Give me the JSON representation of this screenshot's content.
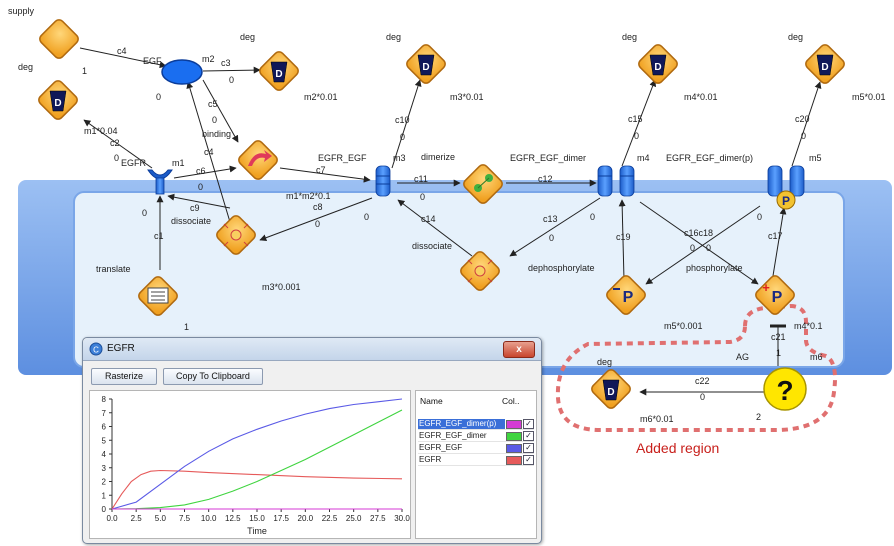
{
  "nodes": {
    "supply": "supply",
    "supply_count": "1",
    "deg": "deg",
    "EGF": "EGF",
    "EGF_count": "0",
    "EGFR": "EGFR",
    "EGFR_count": "0",
    "EGFR_EGF": "EGFR_EGF",
    "EGFR_EGF_count": "0",
    "EGFR_EGF_dimer": "EGFR_EGF_dimer",
    "EGFR_EGF_dimer_count": "0",
    "EGFR_EGF_dimer_p": "EGFR_EGF_dimer(p)",
    "EGFR_EGF_dimer_p_count": "0",
    "AG": "AG",
    "AG_count": "2",
    "m1": "m1",
    "m2": "m2",
    "m3": "m3",
    "m4": "m4",
    "m5": "m5",
    "m6": "m6"
  },
  "processes": {
    "binding": "binding",
    "dissociate1": "dissociate",
    "dimerize": "dimerize",
    "dissociate2": "dissociate",
    "translate": "translate",
    "dephosphorylate": "dephosphorylate",
    "phosphorylate": "phosphorylate"
  },
  "reactions": {
    "c1": "c1",
    "c2": "c2",
    "c3": "c3",
    "c4": "c4",
    "c5": "c5",
    "c6": "c6",
    "c7": "c7",
    "c8": "c8",
    "c9": "c9",
    "c10": "c10",
    "c11": "c11",
    "c12": "c12",
    "c13": "c13",
    "c14": "c14",
    "c15": "c15",
    "c16c18": "c16c18",
    "c17": "c17",
    "c19": "c19",
    "c20": "c20",
    "c21": "c21",
    "c22": "c22"
  },
  "rates": {
    "m1_004": "m1*0.04",
    "m2_001": "m2*0.01",
    "m3_001": "m3*0.01",
    "m4_001": "m4*0.01",
    "m5_001": "m5*0.01",
    "m1m2_01": "m1*m2*0.1",
    "m3_0001": "m3*0.001",
    "m5_0001": "m5*0.001",
    "m4_01": "m4*0.1",
    "m6_001": "m6*0.01",
    "translate_rate": "1",
    "c21_val": "1"
  },
  "zeros": "0",
  "annotation": "Added region",
  "window": {
    "title": "EGFR",
    "rasterize_button": "Rasterize",
    "copy_button": "Copy To Clipboard",
    "close_label": "x",
    "legend_header_name": "Name",
    "legend_header_col": "Col..",
    "legend": [
      {
        "name": "EGFR_EGF_dimer(p)",
        "color": "#d43ad4",
        "checked": "✓"
      },
      {
        "name": "EGFR_EGF_dimer",
        "color": "#3fd43f",
        "checked": "✓"
      },
      {
        "name": "EGFR_EGF",
        "color": "#5a5ae6",
        "checked": "✓"
      },
      {
        "name": "EGFR",
        "color": "#e65a5a",
        "checked": "✓"
      }
    ]
  },
  "chart_data": {
    "type": "line",
    "xlabel": "Time",
    "ylabel": "",
    "xlim": [
      0,
      30
    ],
    "ylim": [
      0,
      8
    ],
    "xticks": [
      "0.0",
      "2.5",
      "5.0",
      "7.5",
      "10.0",
      "12.5",
      "15.0",
      "17.5",
      "20.0",
      "22.5",
      "25.0",
      "27.5",
      "30.0"
    ],
    "yticks": [
      "0",
      "1",
      "2",
      "3",
      "4",
      "5",
      "6",
      "7",
      "8"
    ],
    "grid": false,
    "series": [
      {
        "name": "EGFR",
        "color": "#e65a5a",
        "x": [
          0,
          1,
          2,
          3,
          4,
          5,
          7.5,
          10,
          15,
          20,
          25,
          30
        ],
        "y": [
          0,
          1.1,
          2.0,
          2.5,
          2.75,
          2.8,
          2.75,
          2.65,
          2.5,
          2.35,
          2.25,
          2.2
        ]
      },
      {
        "name": "EGFR_EGF",
        "color": "#5a5ae6",
        "x": [
          0,
          2.5,
          5,
          7.5,
          10,
          12.5,
          15,
          17.5,
          20,
          22.5,
          25,
          27.5,
          30
        ],
        "y": [
          0,
          0.5,
          1.8,
          3.1,
          4.2,
          5.1,
          5.8,
          6.4,
          6.9,
          7.3,
          7.6,
          7.8,
          8.0
        ]
      },
      {
        "name": "EGFR_EGF_dimer",
        "color": "#3fd43f",
        "x": [
          0,
          2.5,
          5,
          7.5,
          10,
          12.5,
          15,
          17.5,
          20,
          22.5,
          25,
          27.5,
          30
        ],
        "y": [
          0,
          0.02,
          0.1,
          0.3,
          0.7,
          1.3,
          2.0,
          2.8,
          3.6,
          4.5,
          5.4,
          6.3,
          7.2
        ]
      },
      {
        "name": "EGFR_EGF_dimer(p)",
        "color": "#d43ad4",
        "x": [
          0,
          30
        ],
        "y": [
          0,
          0
        ]
      }
    ]
  }
}
